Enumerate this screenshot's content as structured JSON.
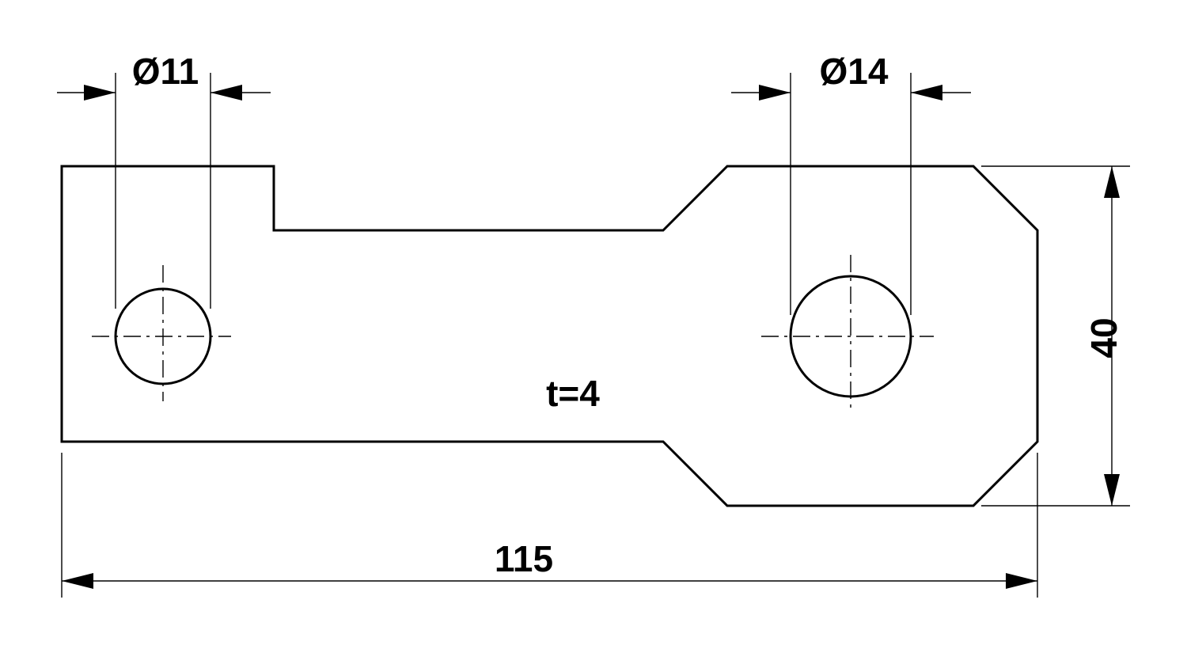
{
  "dimensions": {
    "hole_small_diameter": "Ø11",
    "hole_large_diameter": "Ø14",
    "overall_length": "115",
    "overall_height": "40",
    "thickness": "t=4"
  }
}
